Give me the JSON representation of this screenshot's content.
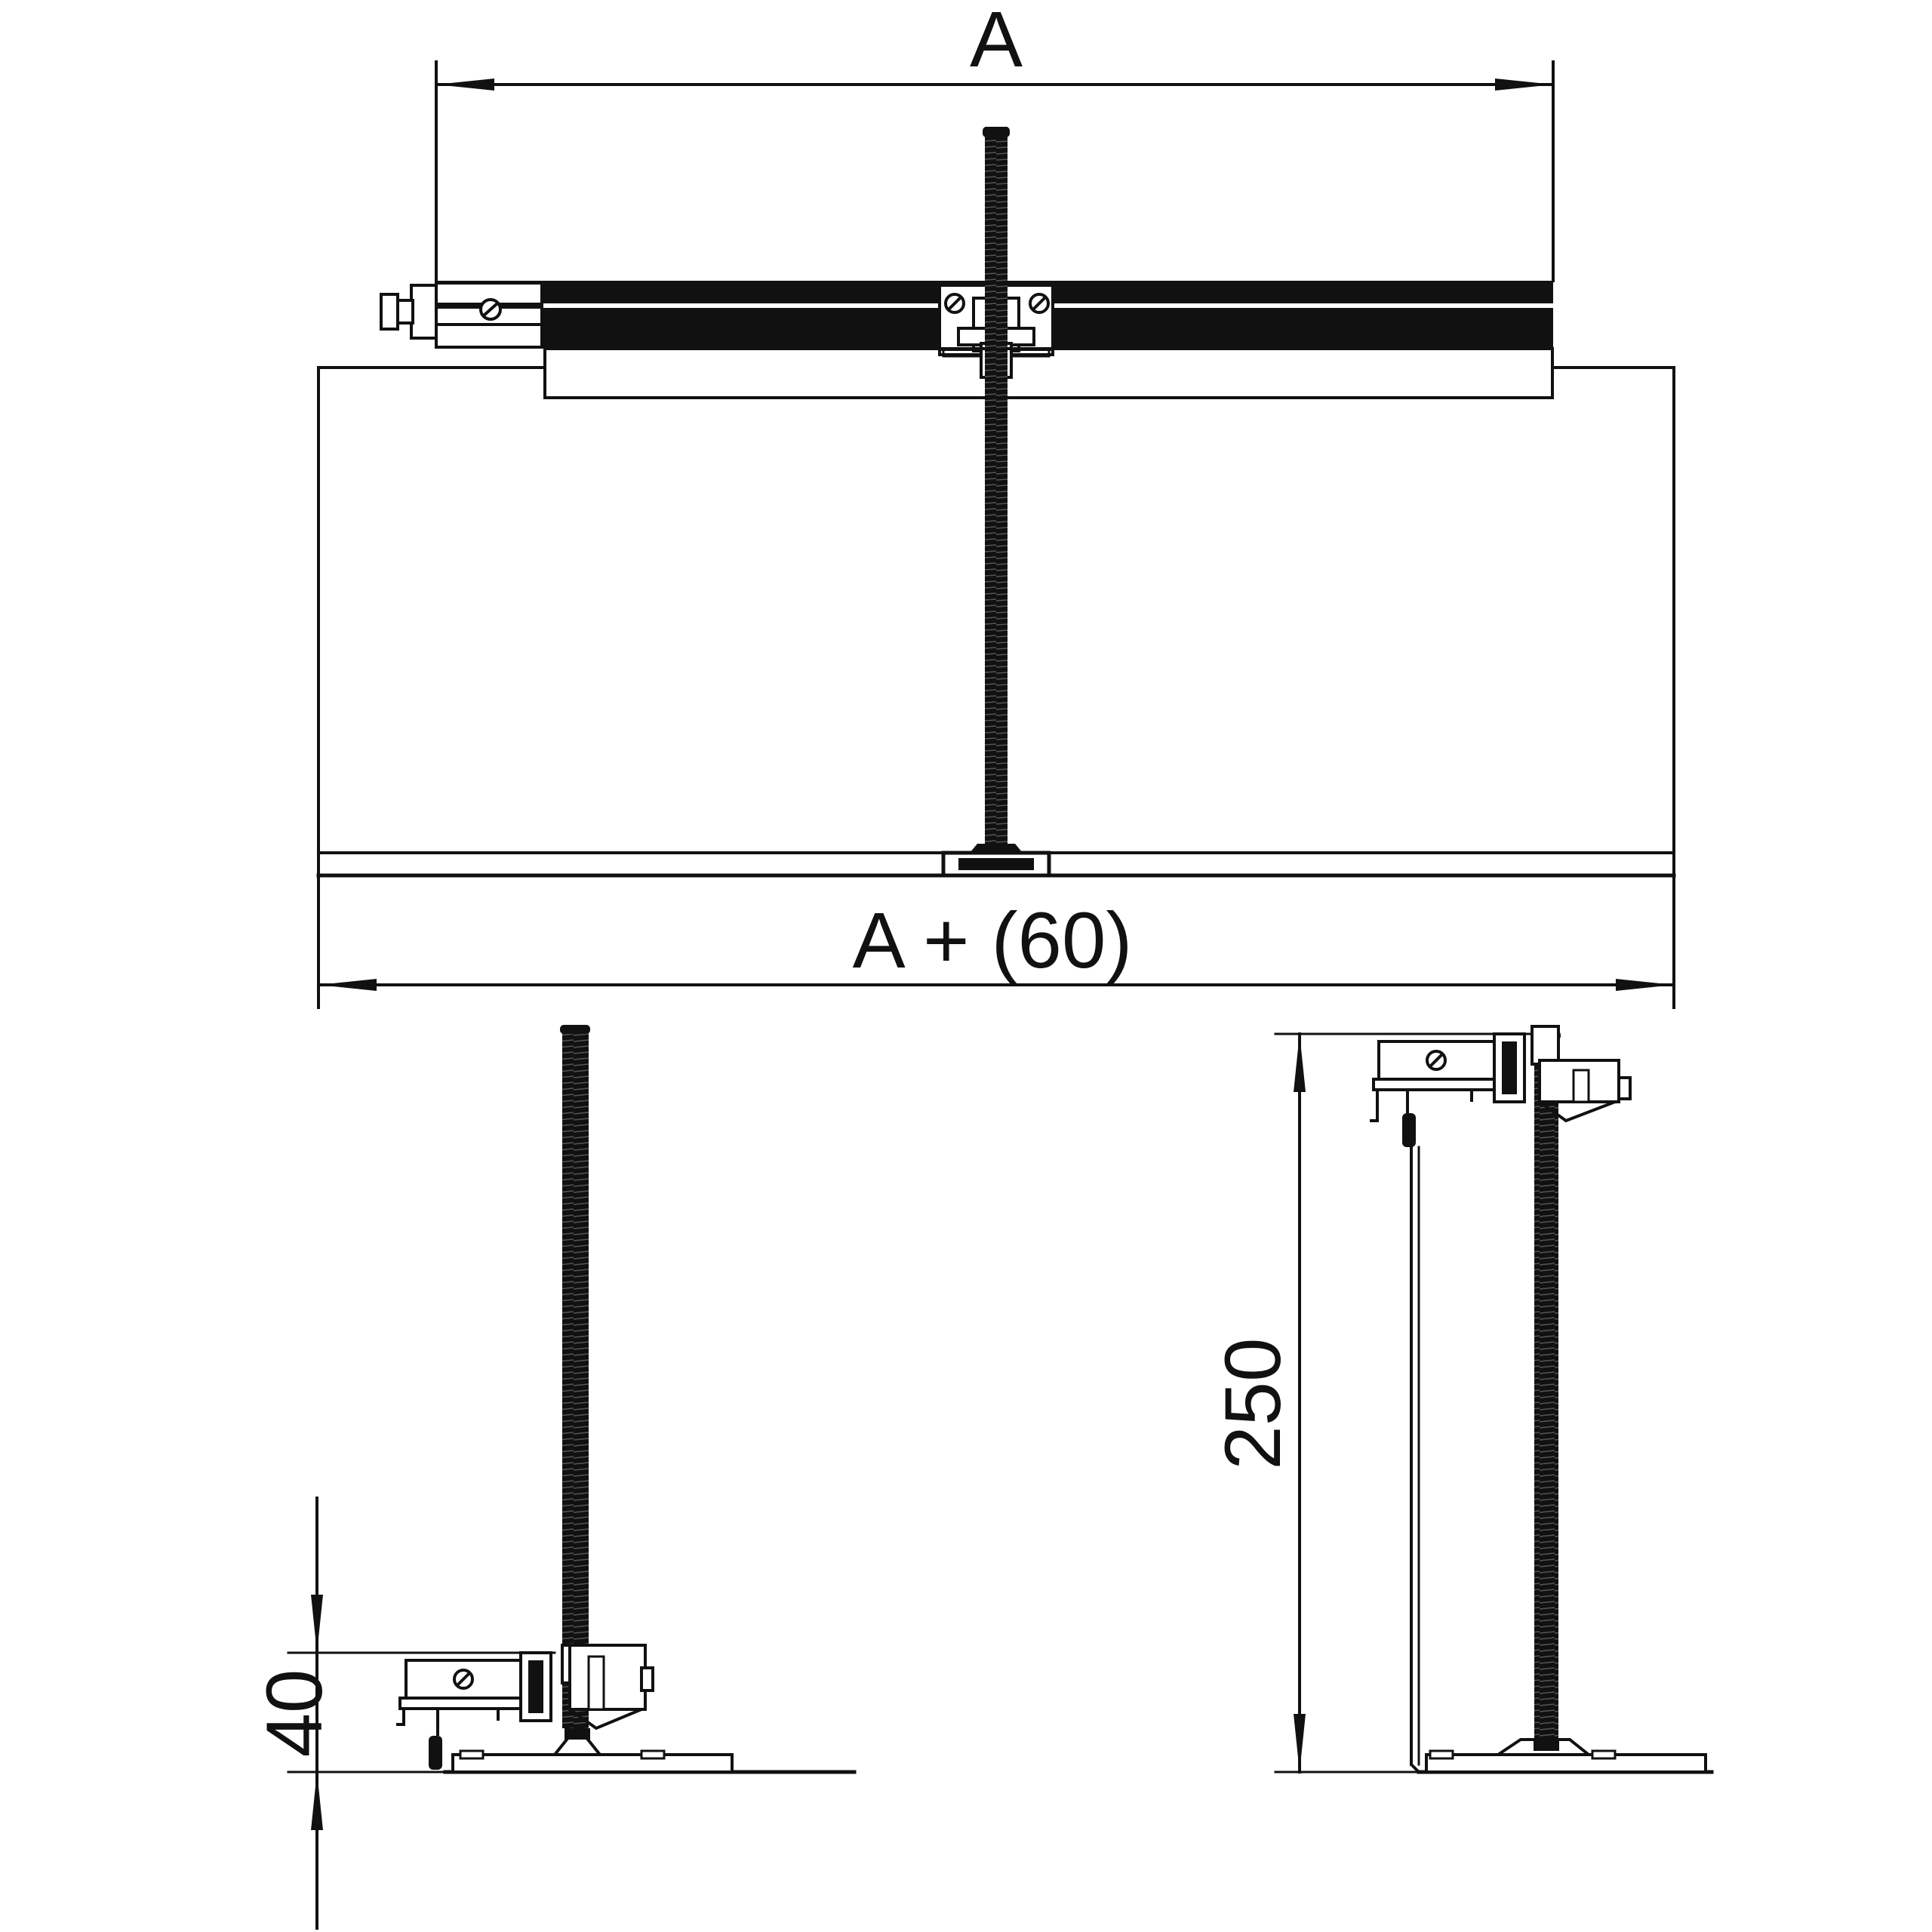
{
  "colors": {
    "line": "#111111",
    "background": "#ffffff"
  },
  "dimensions": {
    "top_width_label": "A",
    "bottom_width_label": "A + (60)",
    "left_height_label": "40",
    "right_height_label": "250"
  }
}
